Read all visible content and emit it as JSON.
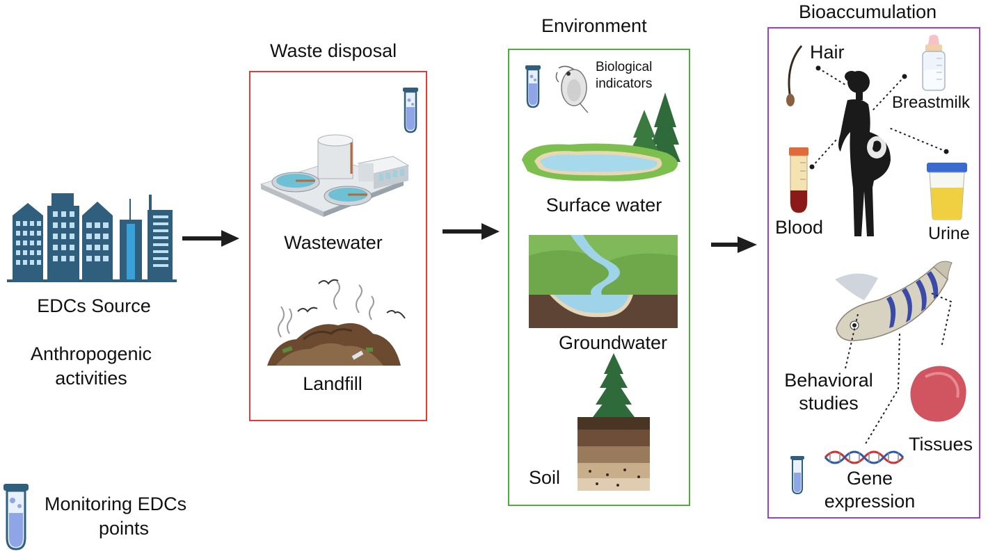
{
  "source": {
    "label": "EDCs Source",
    "sub_line1": "Anthropogenic",
    "sub_line2": "activities"
  },
  "waste": {
    "title": "Waste disposal",
    "wastewater": "Wastewater",
    "landfill": "Landfill",
    "border_color": "#e03c3c"
  },
  "environment": {
    "title": "Environment",
    "bio_line1": "Biological",
    "bio_line2": "indicators",
    "surface": "Surface water",
    "ground": "Groundwater",
    "soil": "Soil",
    "border_color": "#4caf3c"
  },
  "bioaccumulation": {
    "title": "Bioaccumulation",
    "hair": "Hair",
    "breastmilk": "Breastmilk",
    "blood": "Blood",
    "urine": "Urine",
    "behavioral_line1": "Behavioral",
    "behavioral_line2": "studies",
    "tissues": "Tissues",
    "gene_line1": "Gene",
    "gene_line2": "expression",
    "border_color": "#9b3fd0"
  },
  "legend": {
    "line1": "Monitoring EDCs",
    "line2": "points"
  }
}
